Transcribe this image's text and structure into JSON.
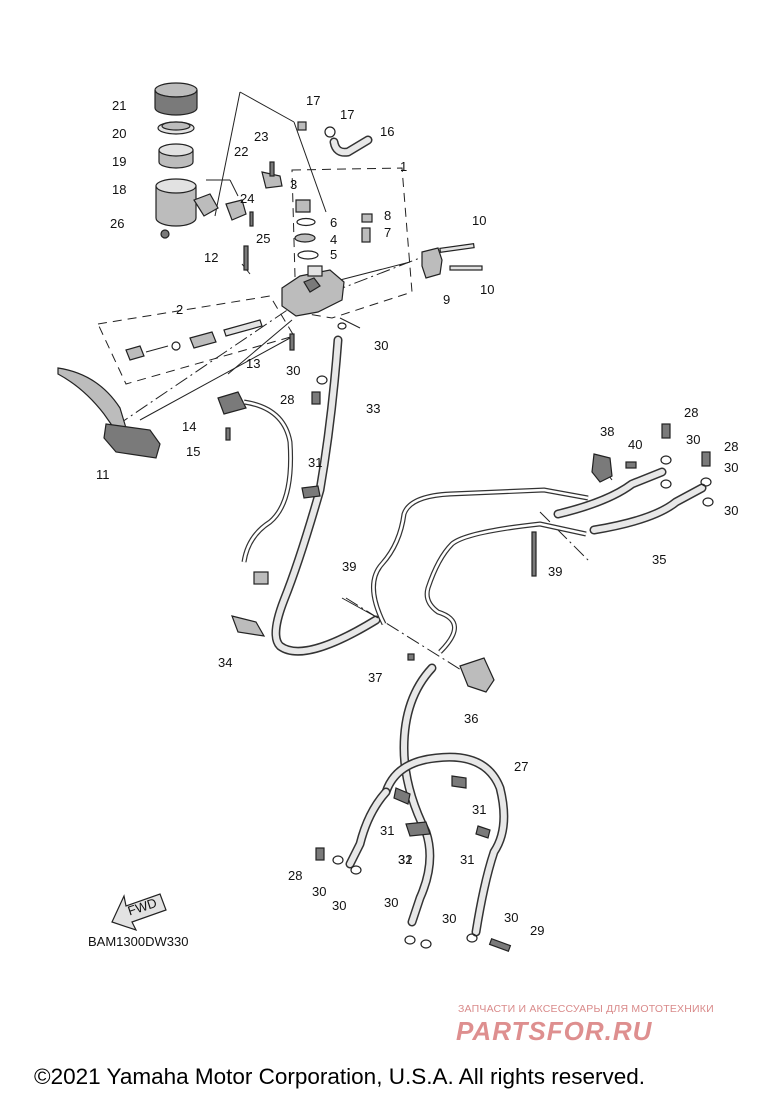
{
  "diagram": {
    "code": "BAM1300DW330",
    "fwd_label": "FWD",
    "callouts": [
      "1",
      "2",
      "3",
      "4",
      "5",
      "6",
      "7",
      "8",
      "9",
      "10",
      "10",
      "11",
      "12",
      "13",
      "14",
      "15",
      "16",
      "17",
      "17",
      "18",
      "19",
      "20",
      "21",
      "22",
      "23",
      "24",
      "25",
      "26",
      "27",
      "28",
      "28",
      "28",
      "28",
      "29",
      "30",
      "30",
      "30",
      "30",
      "30",
      "30",
      "30",
      "30",
      "30",
      "30",
      "31",
      "31",
      "31",
      "31",
      "31",
      "32",
      "33",
      "34",
      "35",
      "36",
      "37",
      "38",
      "39",
      "39",
      "40"
    ]
  },
  "watermark": {
    "subtitle": "ЗАПЧАСТИ И АКСЕССУАРЫ ДЛЯ МОТОТЕХНИКИ",
    "brand": "PARTSFOR.RU"
  },
  "footer": {
    "copyright": "©2021 Yamaha Motor Corporation, U.S.A. All rights reserved."
  }
}
